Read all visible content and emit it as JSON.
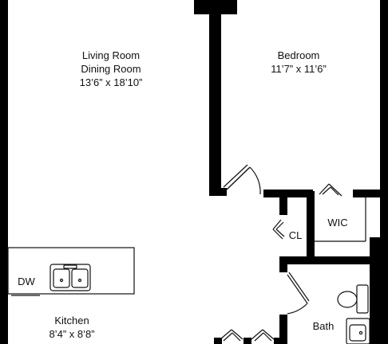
{
  "rooms": {
    "living": {
      "line1": "Living Room",
      "line2": "Dining Room",
      "dims": "13’6” x 18’10”"
    },
    "bedroom": {
      "line1": "Bedroom",
      "dims": "11’7” x 11’6”"
    },
    "kitchen": {
      "line1": "Kitchen",
      "dims": "8’4” x 8’8”"
    },
    "closet": {
      "label": "CL"
    },
    "walkin_closet": {
      "label": "WIC"
    },
    "bath": {
      "label": "Bath"
    },
    "dishwasher": {
      "label": "DW"
    }
  },
  "colors": {
    "wall": "#000000",
    "background": "#ffffff",
    "line": "#111111"
  }
}
